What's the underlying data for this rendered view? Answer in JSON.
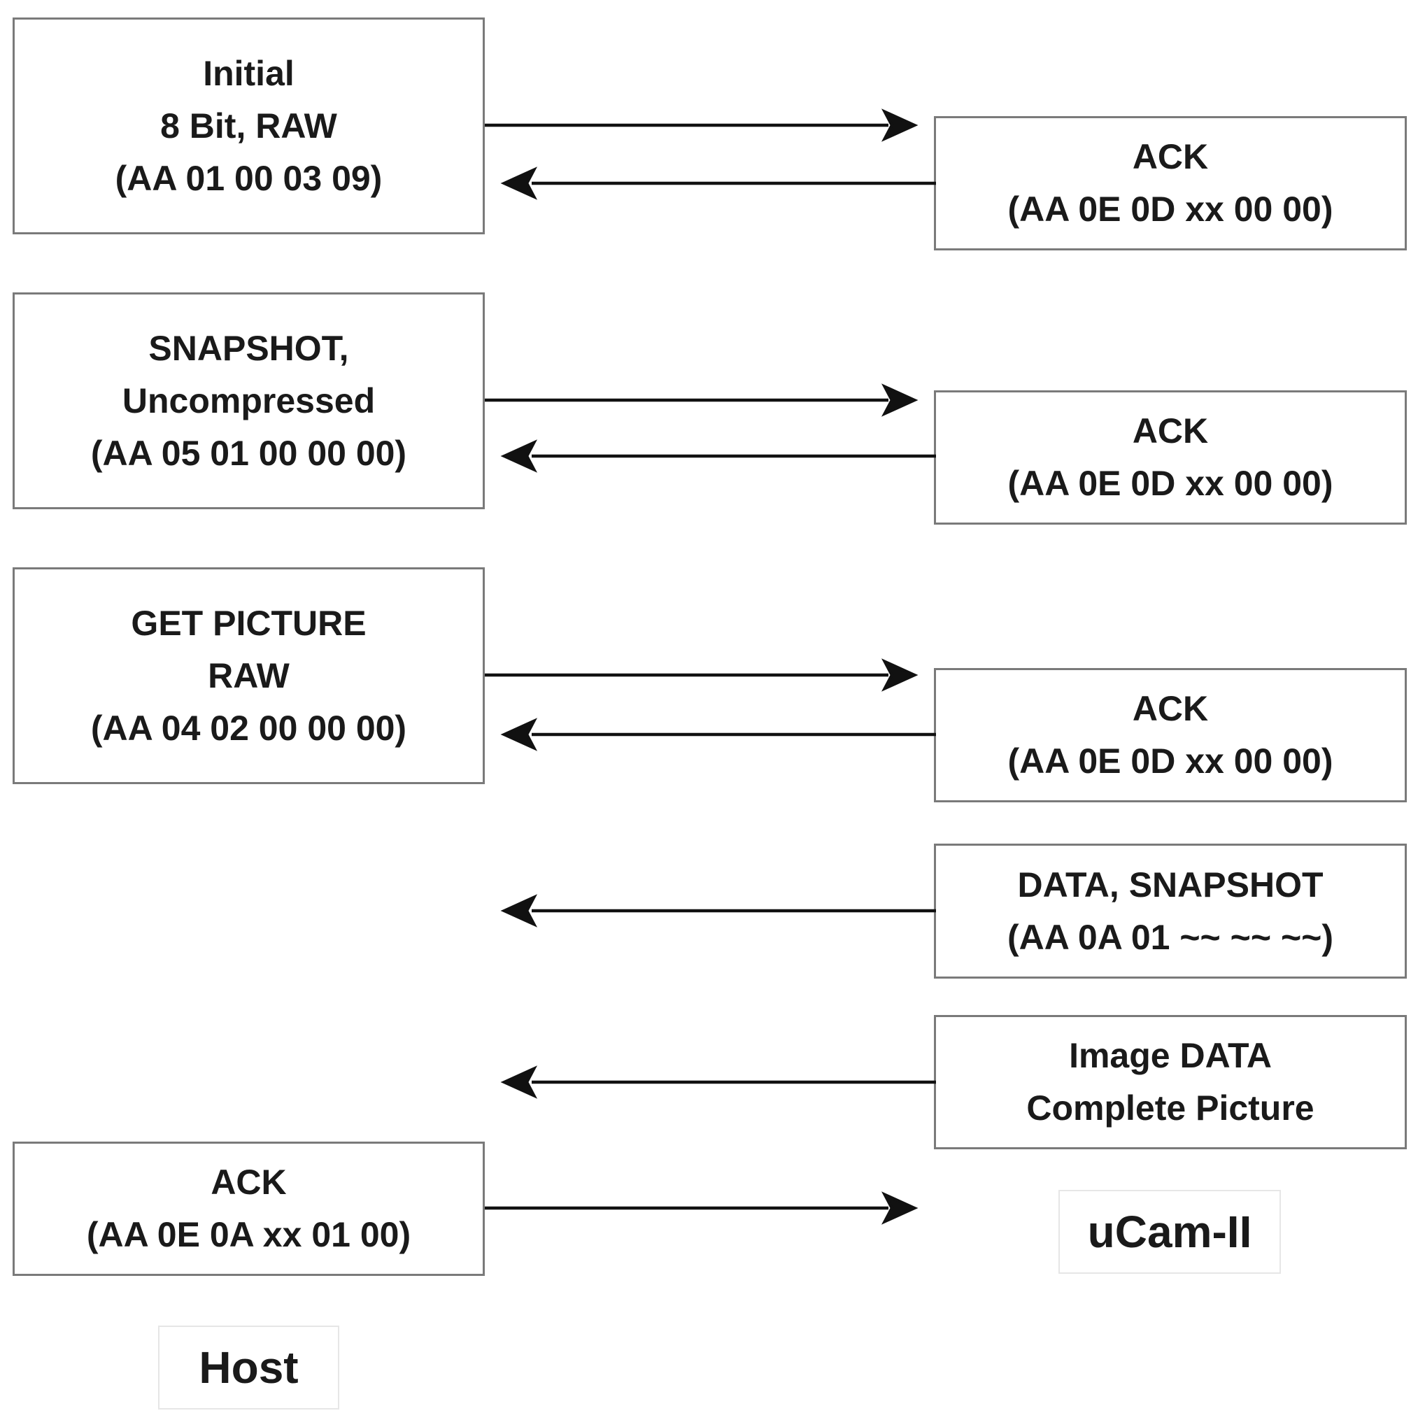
{
  "host_messages": [
    {
      "lines": [
        "Initial",
        "8 Bit, RAW",
        "(AA 01 00 03 09)"
      ]
    },
    {
      "lines": [
        "SNAPSHOT,",
        "Uncompressed",
        "(AA 05 01 00 00 00)"
      ]
    },
    {
      "lines": [
        "GET PICTURE",
        "RAW",
        "(AA 04 02 00 00 00)"
      ]
    },
    {
      "lines": [
        "ACK",
        "(AA 0E 0A xx 01 00)"
      ]
    }
  ],
  "camera_messages": [
    {
      "lines": [
        "ACK",
        "(AA 0E 0D xx 00 00)"
      ]
    },
    {
      "lines": [
        "ACK",
        "(AA 0E 0D xx 00 00)"
      ]
    },
    {
      "lines": [
        "ACK",
        "(AA 0E 0D xx 00 00)"
      ]
    },
    {
      "lines": [
        "DATA, SNAPSHOT",
        "(AA 0A 01 ~~ ~~ ~~)"
      ]
    },
    {
      "lines": [
        "Image DATA",
        "Complete Picture"
      ]
    }
  ],
  "participants": {
    "host": "Host",
    "camera": "uCam-II"
  }
}
